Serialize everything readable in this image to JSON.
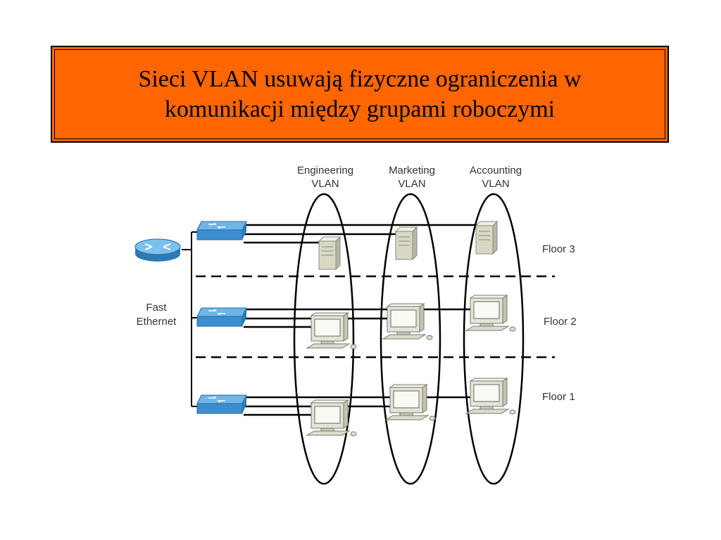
{
  "title": {
    "line1": "Sieci VLAN usuwają fizyczne ograniczenia w",
    "line2": "komunikacji między grupami roboczymi"
  },
  "diagram": {
    "vlans": [
      {
        "line1": "Engineering",
        "line2": "VLAN"
      },
      {
        "line1": "Marketing",
        "line2": "VLAN"
      },
      {
        "line1": "Accounting",
        "line2": "VLAN"
      }
    ],
    "floors": [
      "Floor 3",
      "Floor 2",
      "Floor 1"
    ],
    "backbone": {
      "line1": "Fast",
      "line2": "Ethernet"
    },
    "icons": {
      "router": "router-icon",
      "switch": "switch-icon",
      "server": "server-icon",
      "workstation": "workstation-icon"
    },
    "colors": {
      "title_background": "#ff6600",
      "switch": "#3b8fd0",
      "router": "#4aa0d8",
      "device": "#e8e8d8"
    }
  }
}
